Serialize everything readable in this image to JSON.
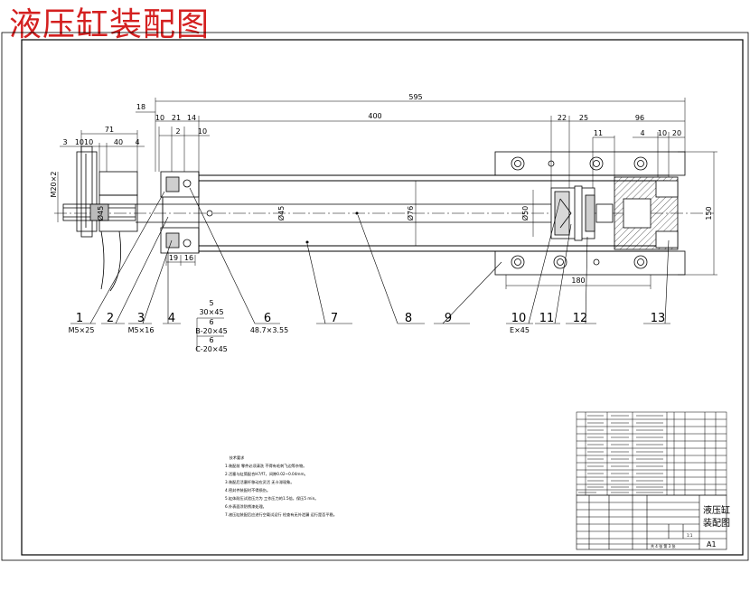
{
  "title": "液压缸装配图",
  "dimensions": {
    "overall_length": "595",
    "d18": "18",
    "d10a": "10",
    "d21": "21",
    "d14": "14",
    "d2": "2",
    "d10b": "10",
    "d400": "400",
    "d22": "22",
    "d25": "25",
    "d96": "96",
    "d11": "11",
    "d4": "4",
    "d10c": "10",
    "d20": "20",
    "d71": "71",
    "d3": "3",
    "d1010": "1010",
    "d40": "40",
    "d4b": "4",
    "d19": "19",
    "d16": "16",
    "d180": "180",
    "d150": "150",
    "thread_m20": "M20×2",
    "dia_rod": "Ø45",
    "dia_rod2": "Ø45",
    "dia_bore": "Ø76",
    "dia_piston": "Ø50"
  },
  "part_labels": [
    "1",
    "2",
    "3",
    "4",
    "6",
    "7",
    "8",
    "9",
    "10",
    "11",
    "12",
    "13"
  ],
  "sub_notes": {
    "m5_25": "M5×25",
    "m5_16": "M5×16",
    "chamfer_5": "5",
    "chamfer_30": "30×45",
    "chamfer_6a": "6",
    "chamfer_b": "B-20×45",
    "chamfer_6b": "6",
    "chamfer_c": "C-20×45",
    "seal_spec": "48.7×3.55",
    "fix_e": "E×45"
  },
  "tech_requirements": {
    "heading": "技术要求",
    "lines": [
      "1.装配前 零件必须清洗 不得有毛刺飞边等杂物。",
      "2.活塞与缸筒配合H7/f7，间隙0.02~0.04mm。",
      "3.装配后活塞杆移动应灵活 无卡滞现象。",
      "4.密封件装配时不得损伤。",
      "5.缸体耐压试验压力为 工作压力的1.5倍，保压5 min。",
      "6.外表面涂防锈漆处理。",
      "7.液压缸装配后应进行空载试运行 检查有无外泄漏 运行是否平稳。"
    ]
  },
  "title_block": {
    "drawing_name_1": "液压缸",
    "drawing_name_2": "装配图",
    "sheet": "A1",
    "sheet_info": "共 4 张  第 3 张",
    "scale": "1:1"
  },
  "colors": {
    "title_red": "#d42020",
    "line": "#000000",
    "background": "#ffffff"
  }
}
